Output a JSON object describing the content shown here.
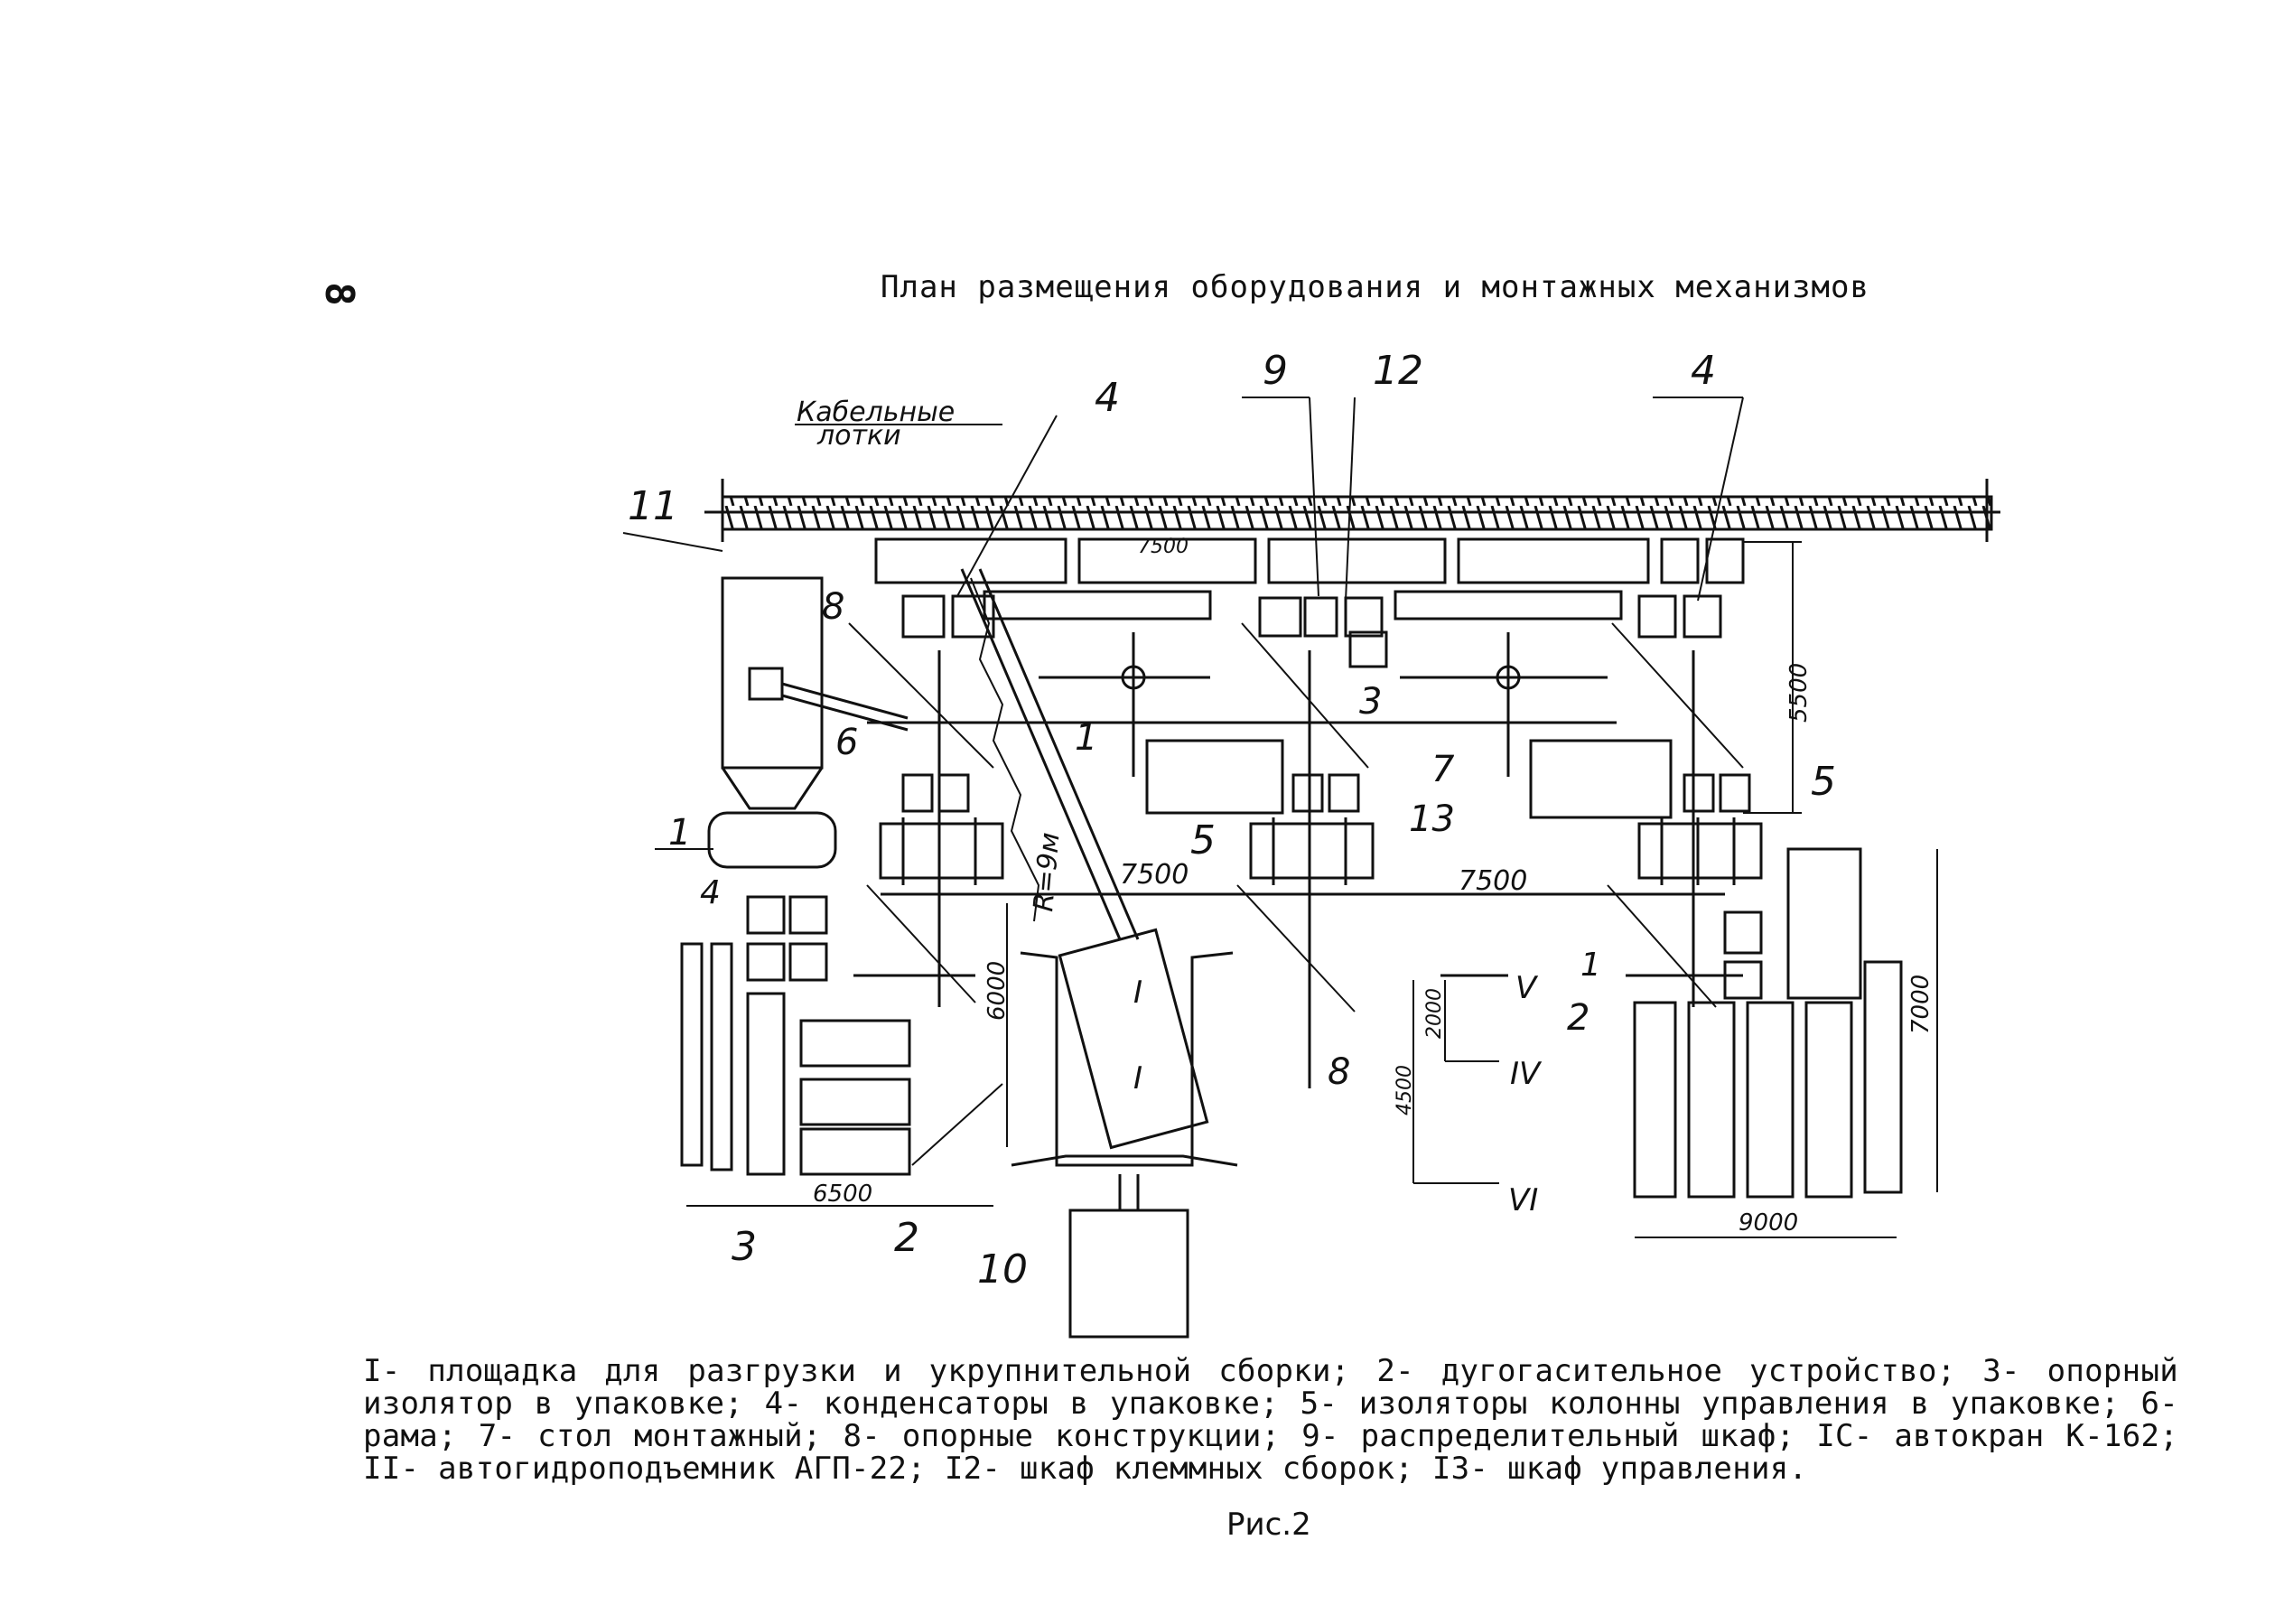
{
  "page_number": "8",
  "title": "План размещения оборудования и монтажных механизмов",
  "labels": {
    "cable_trays_line1": "Кабельные",
    "cable_trays_line2": "лотки",
    "n1": "1",
    "n2": "2",
    "n3": "3",
    "n4": "4",
    "n5": "5",
    "n6": "6",
    "n7": "7",
    "n8": "8",
    "n9": "9",
    "n10": "10",
    "n11": "11",
    "n12": "12",
    "n13": "13",
    "crane_radius": "R=9м",
    "roman_1": "I",
    "roman_5": "V",
    "roman_4": "IV",
    "roman_6": "VI"
  },
  "dimensions": {
    "d7500": "7500",
    "d5500": "5500",
    "d6000": "6000",
    "d6500": "6500",
    "d9000": "9000",
    "d7000": "7000",
    "d2000": "2000",
    "d4500": "4500"
  },
  "legend": "I- площадка для разгрузки и укрупнительной сборки; 2- дугогасительное устройство; 3- опорный изолятор в упаковке; 4- конденсаторы в упаковке; 5- изоляторы колонны управления в упаковке; 6- рама; 7- стол монтажный; 8- опорные конструкции; 9- распределительный шкаф; IC- автокран К-162; II- автогидроподъемник АГП-22; I2- шкаф клеммных сборок; I3- шкаф управления.",
  "figure_caption": "Рис.2"
}
